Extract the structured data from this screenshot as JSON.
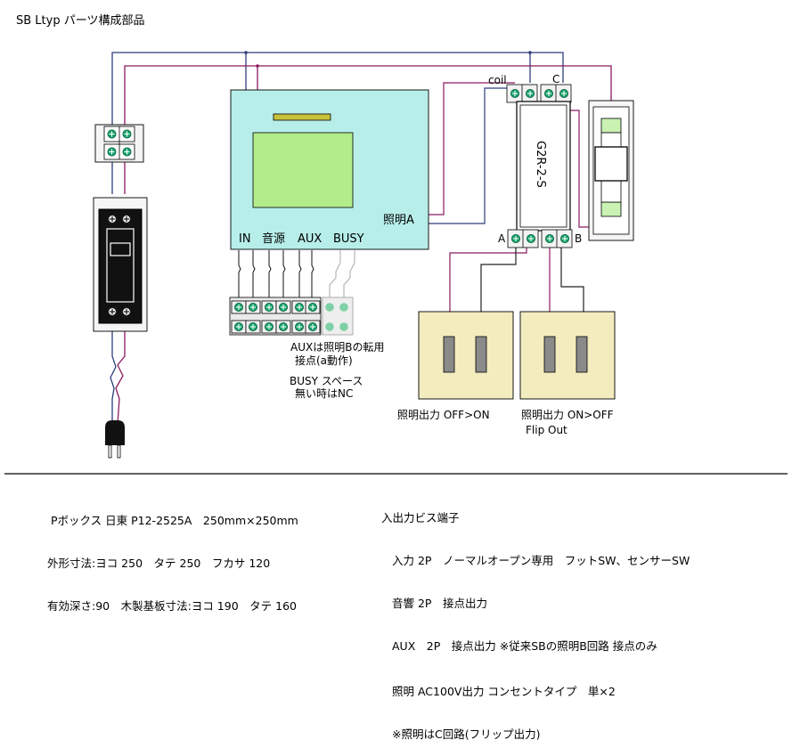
{
  "title": "SB Ltyp パーツ構成部品",
  "colors": {
    "wire_navy": "#2c3e7a",
    "wire_purple": "#8b1a60",
    "wire_black": "#222222",
    "unit_bg": "#b7eee9",
    "unit_screen": "#b3ec8a",
    "unit_slot": "#c9c13a",
    "outlet_bg": "#f3ecbf",
    "terminal_green": "#18a36c",
    "busy_terminal": "#7fd0a6",
    "indicator_green": "#c9f2b3"
  },
  "unit": {
    "port_in": "IN",
    "port_sound": "音源",
    "port_aux": "AUX",
    "port_busy": "BUSY",
    "light_a": "照明A"
  },
  "relay": {
    "model": "G2R-2-S",
    "coil_label": "coil",
    "c_label": "C",
    "a_label": "A",
    "b_label": "B"
  },
  "notes_under_terminals": {
    "aux_line1": "AUXは照明Bの転用",
    "aux_line2": "接点(a動作)",
    "busy_line1": "BUSY スペース",
    "busy_line2": "無い時はNC"
  },
  "outlets": {
    "left_label": "照明出力 OFF>ON",
    "right_label": "照明出力 ON>OFF",
    "right_sub": "Flip Out"
  },
  "footer_left": {
    "line1": "Pボックス 日東 P12-2525A　250mm×250mm",
    "line2": "外形寸法:ヨコ 250　タテ 250　フカサ 120",
    "line3": "有効深さ:90　木製基板寸法:ヨコ 190　タテ 160"
  },
  "footer_right": {
    "heading": "入出力ビス端子",
    "line1": "入力 2P　ノーマルオープン専用　フットSW、センサーSW",
    "line2": "音響 2P　接点出力",
    "line3": "AUX　2P　接点出力 ※従来SBの照明B回路 接点のみ",
    "line4": "照明 AC100V出力 コンセントタイプ　単×2",
    "line5": "※照明はC回路(フリップ出力)"
  }
}
